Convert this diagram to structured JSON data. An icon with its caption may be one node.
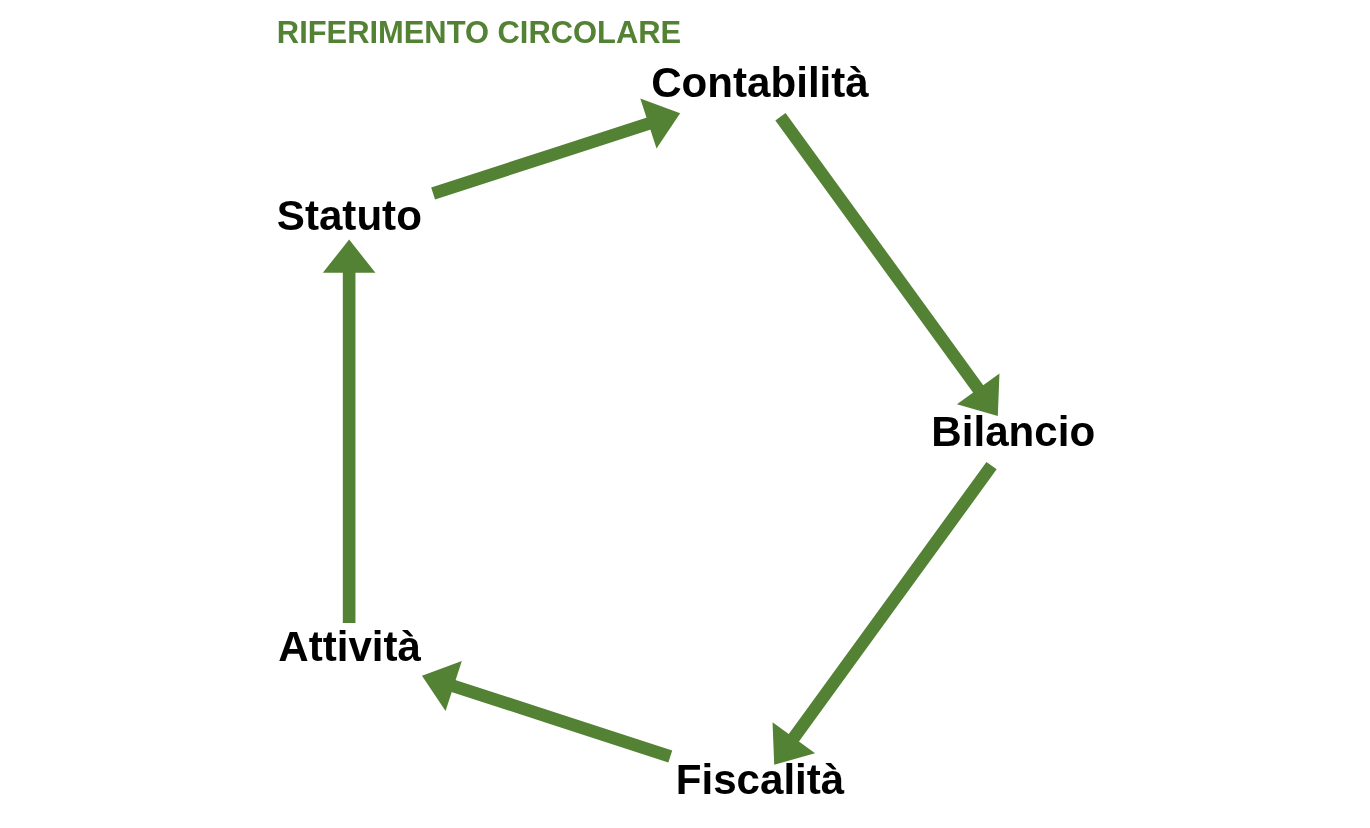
{
  "diagram": {
    "title": "RIFERIMENTO CIRCOLARE",
    "nodes": [
      {
        "text": [
          "Fiscalità"
        ]
      },
      {
        "text": [
          "Attività"
        ]
      },
      {
        "text": [
          "Statuto"
        ]
      },
      {
        "text": [
          "Contabilità"
        ]
      },
      {
        "text": [
          "Bilancio"
        ]
      }
    ],
    "edges": [
      {
        "from": 0,
        "to": 1,
        "arrow": "to"
      },
      {
        "from": 1,
        "to": 2,
        "arrow": "to"
      },
      {
        "from": 2,
        "to": 3,
        "arrow": "to"
      },
      {
        "from": 3,
        "to": 4,
        "arrow": "to"
      },
      {
        "from": 4,
        "to": 0,
        "arrow": "to"
      }
    ]
  }
}
